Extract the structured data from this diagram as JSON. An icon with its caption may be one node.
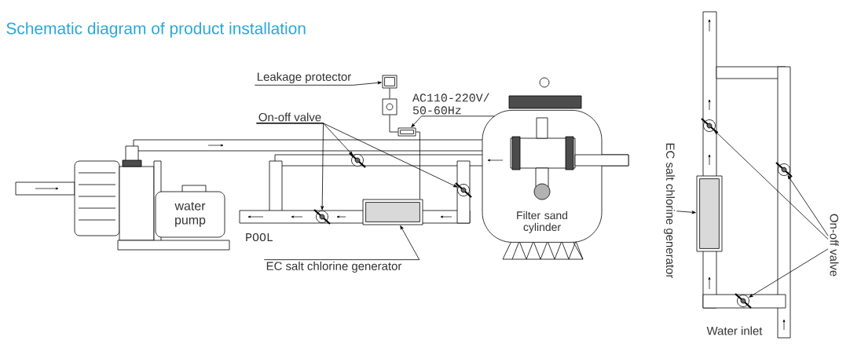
{
  "diagram": {
    "title": "Schematic diagram of product installation",
    "nodes": [
      {
        "text": [
          "Leakage protector"
        ]
      },
      {
        "text": [],
        "shape": "box"
      },
      {
        "text": [
          "AC110-220V/ 50-60Hz"
        ]
      },
      {
        "text": [],
        "shape": "box"
      },
      {
        "text": [
          "On-off valve"
        ]
      },
      {
        "text": [],
        "shape": "circle"
      },
      {
        "text": [],
        "shape": "circle"
      },
      {
        "text": [],
        "shape": "circle"
      },
      {
        "text": [
          "water pump"
        ]
      },
      {
        "text": [
          "EC salt chlorine generator"
        ]
      },
      {
        "text": [],
        "shape": "box"
      },
      {
        "text": [
          "Filter sand cylinder"
        ]
      },
      {
        "text": [
          "EC salt chlorine generator"
        ]
      },
      {
        "text": [],
        "shape": "box"
      },
      {
        "text": [
          "On-off valve"
        ]
      },
      {
        "text": [],
        "shape": "circle"
      },
      {
        "text": [],
        "shape": "circle"
      },
      {
        "text": [],
        "shape": "circle"
      },
      {
        "text": [],
        "shape": "box"
      }
    ],
    "edges": [
      {
        "from": 0,
        "to": 1,
        "arrow": "to"
      },
      {
        "from": 2,
        "to": 3,
        "arrow": "to"
      },
      {
        "from": 4,
        "to": 5,
        "arrow": "to"
      },
      {
        "from": 4,
        "to": 6,
        "arrow": "to"
      },
      {
        "from": 4,
        "to": 7,
        "arrow": "to"
      },
      {
        "from": 9,
        "to": 10,
        "arrow": "to"
      },
      {
        "from": 12,
        "to": 13,
        "arrow": "to"
      },
      {
        "from": 14,
        "to": 15,
        "arrow": "to"
      },
      {
        "from": 14,
        "to": 16,
        "arrow": "to"
      },
      {
        "from": 14,
        "to": 17,
        "arrow": "to"
      },
      {
        "from": 1,
        "to": 18,
        "arrow": "none"
      },
      {
        "from": 18,
        "to": 3,
        "arrow": "none"
      },
      {
        "from": 3,
        "to": 10,
        "arrow": "none"
      }
    ],
    "labels": [
      "POOL",
      "Water inlet"
    ]
  }
}
